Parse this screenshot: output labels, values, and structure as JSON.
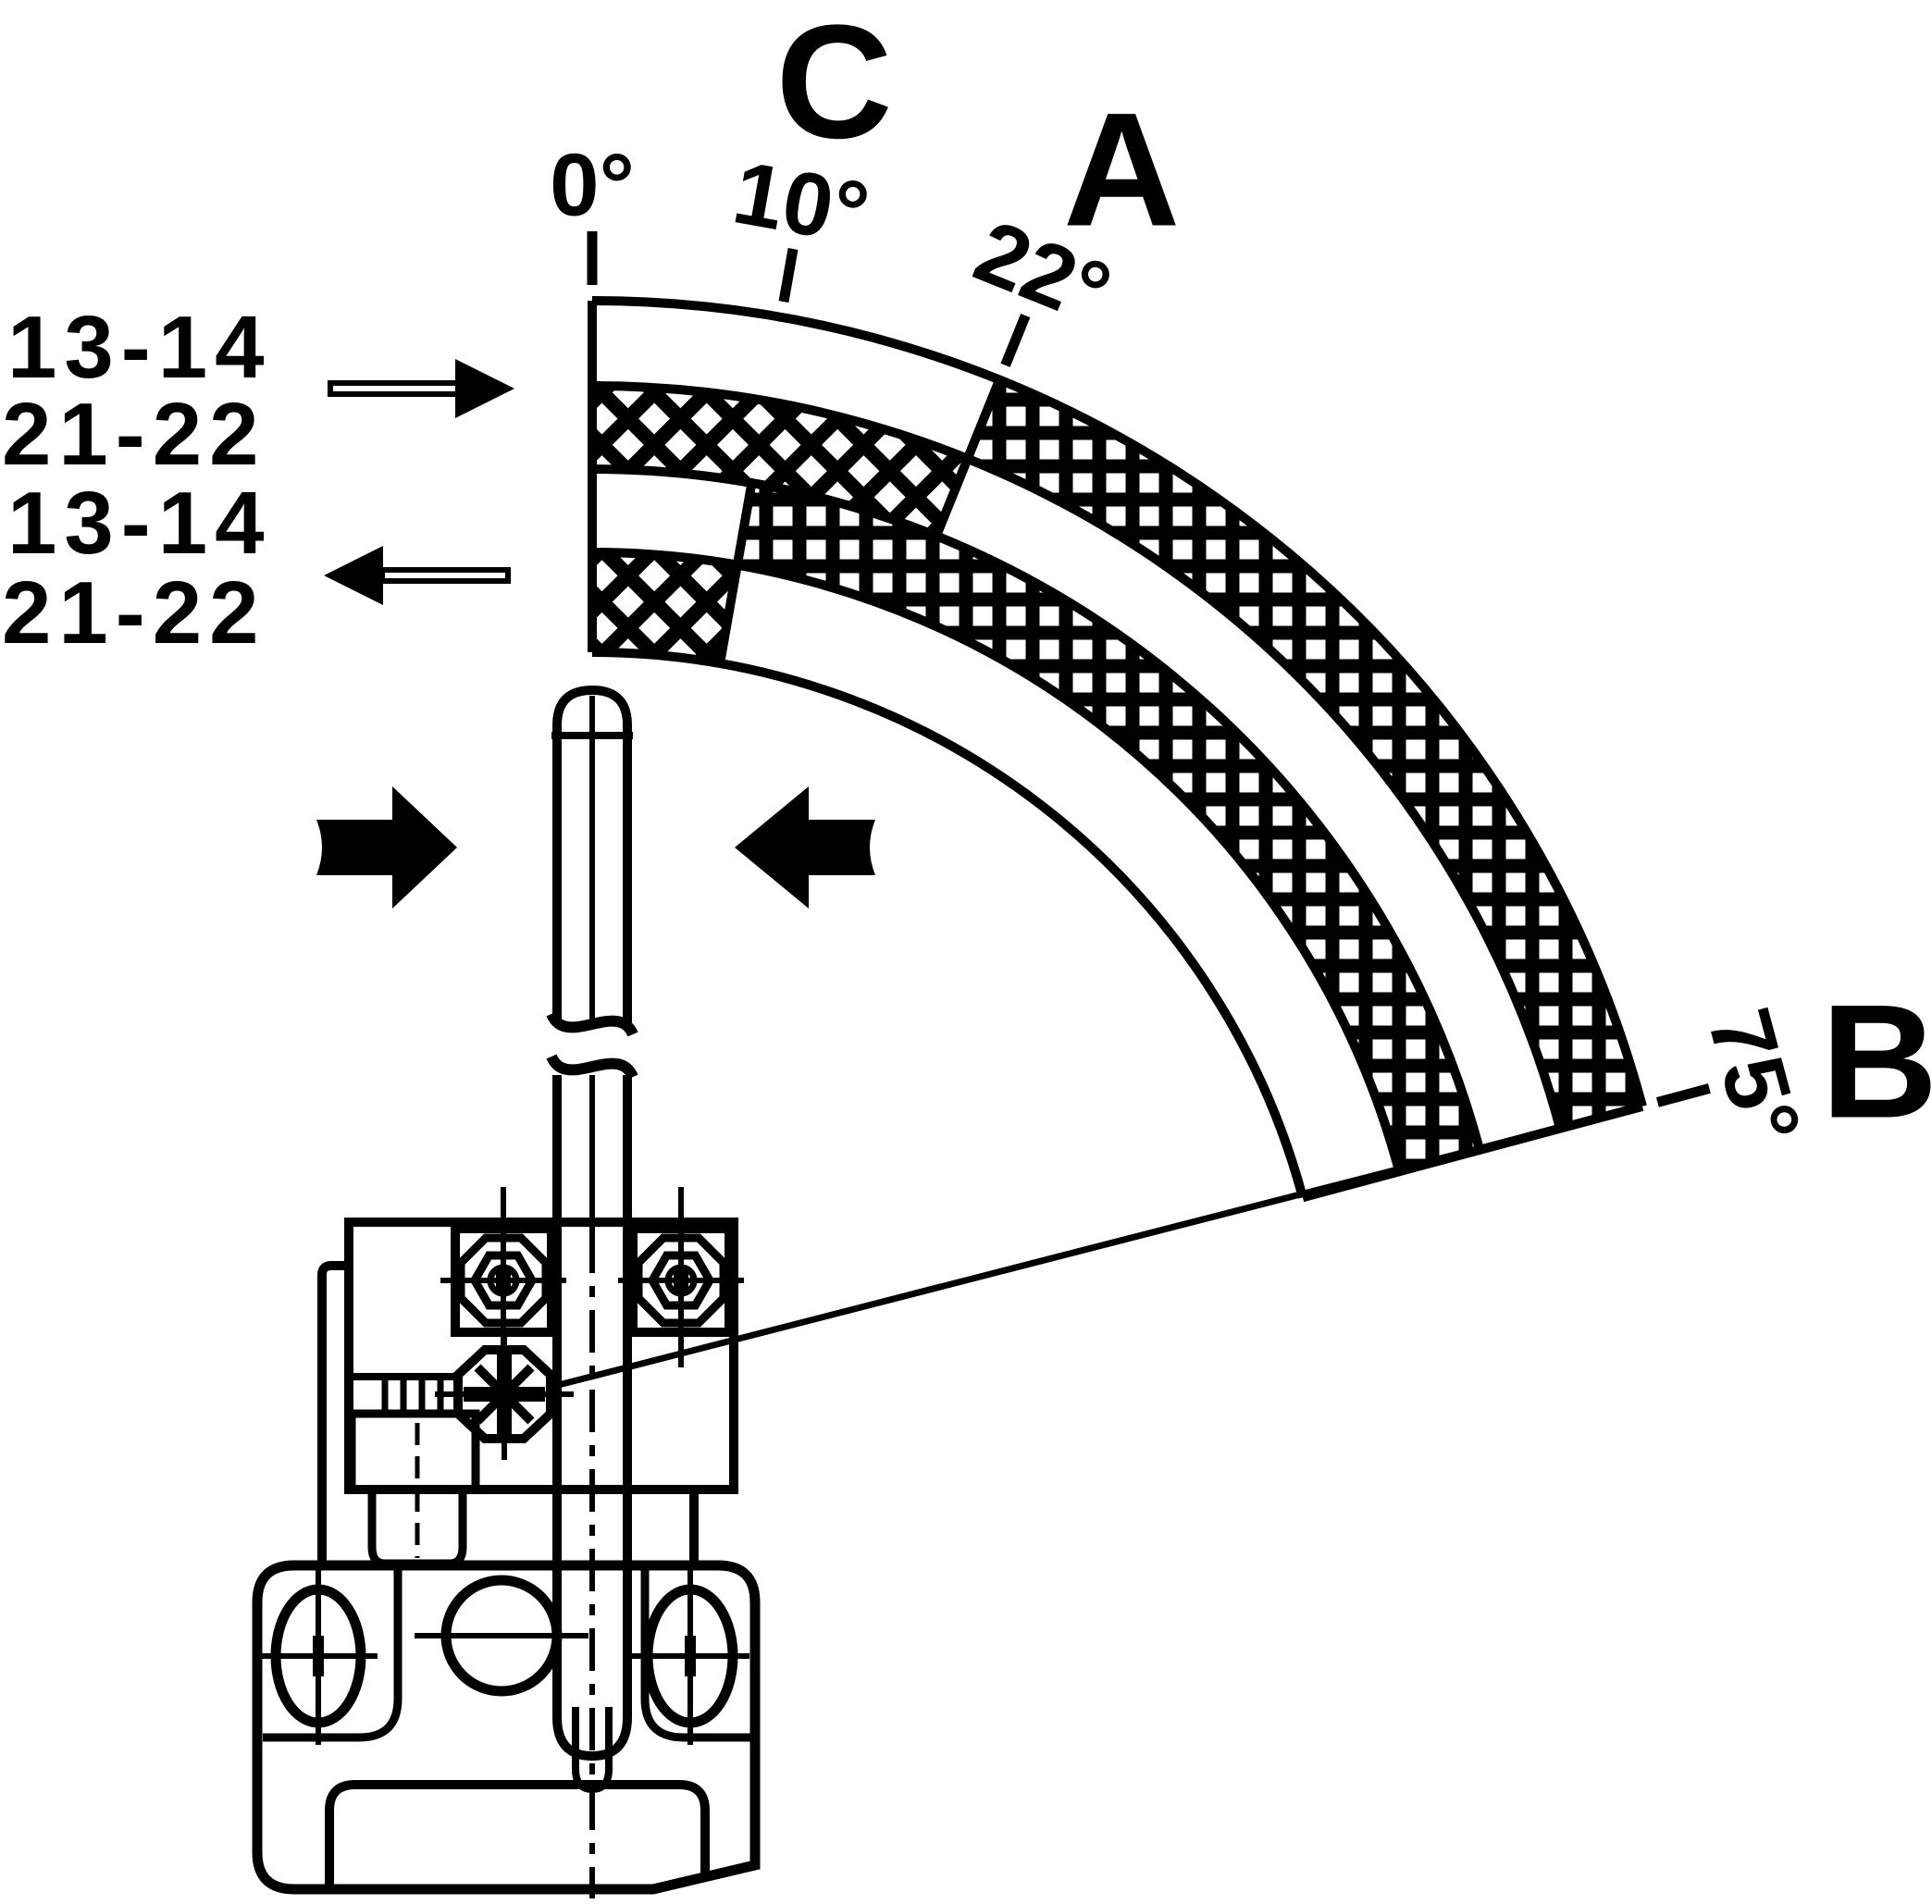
{
  "figure": {
    "title_semantics": "limit-switch lever actuation angle diagram",
    "colors": {
      "ink": "#000000",
      "paper": "#ffffff"
    },
    "contact_labels": {
      "group1": {
        "line1": "13-14",
        "line2": "21-22",
        "arrow": "right-arrow"
      },
      "group2": {
        "line1": "13-14",
        "line2": "21-22",
        "arrow": "left-arrow"
      }
    },
    "angle_scale": {
      "ticks": [
        {
          "label": "0°",
          "angle_deg": 0
        },
        {
          "label": "10°",
          "angle_deg": 10
        },
        {
          "label": "22°",
          "angle_deg": 22
        },
        {
          "label": "75°",
          "angle_deg": 75
        }
      ],
      "zone_letters": [
        {
          "label": "C",
          "angle_deg": 10.5
        },
        {
          "label": "A",
          "angle_deg": 23.5
        },
        {
          "label": "B",
          "angle_deg": 75.8
        }
      ]
    },
    "rings": [
      {
        "name": "ring-1-outer",
        "segments": [
          {
            "from_deg": 0,
            "to_deg": 22,
            "fill": "white"
          },
          {
            "from_deg": 22,
            "to_deg": 75,
            "fill": "grid"
          }
        ]
      },
      {
        "name": "ring-2",
        "segments": [
          {
            "from_deg": 0,
            "to_deg": 22,
            "fill": "diamond"
          },
          {
            "from_deg": 22,
            "to_deg": 75,
            "fill": "white"
          }
        ]
      },
      {
        "name": "ring-3",
        "segments": [
          {
            "from_deg": 0,
            "to_deg": 10,
            "fill": "white"
          },
          {
            "from_deg": 10,
            "to_deg": 75,
            "fill": "grid"
          }
        ]
      },
      {
        "name": "ring-4-inner",
        "segments": [
          {
            "from_deg": 0,
            "to_deg": 10,
            "fill": "diamond"
          },
          {
            "from_deg": 10,
            "to_deg": 75,
            "fill": "white"
          }
        ]
      }
    ]
  }
}
